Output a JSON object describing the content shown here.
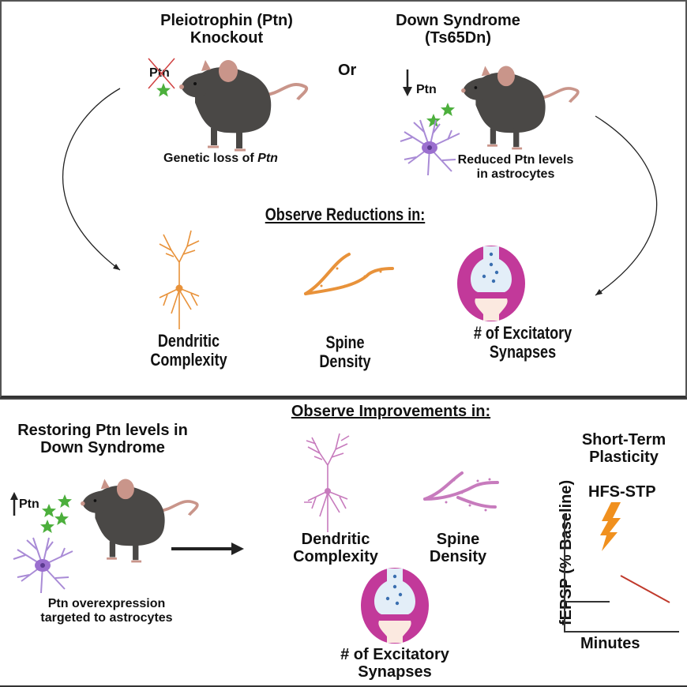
{
  "top": {
    "knockout_title_line1": "Pleiotrophin (Ptn)",
    "knockout_title_line2": "Knockout",
    "or_label": "Or",
    "ds_title_line1": "Down Syndrome",
    "ds_title_line2": "(Ts65Dn)",
    "ptn_crossed_label": "Ptn",
    "ptn_down_label": "Ptn",
    "knockout_caption_prefix": "Genetic loss of ",
    "knockout_caption_italic": "Ptn",
    "ds_caption_line1": "Reduced Ptn levels",
    "ds_caption_line2": "in astrocytes",
    "observe_heading": "Observe Reductions in:",
    "outcomes": [
      {
        "line1": "Dendritic",
        "line2": "Complexity"
      },
      {
        "line1": "Spine",
        "line2": "Density"
      },
      {
        "line1": "# of Excitatory",
        "line2": "Synapses"
      }
    ]
  },
  "bottom": {
    "restore_title_line1": "Restoring Ptn levels in",
    "restore_title_line2": "Down Syndrome",
    "ptn_up_label": "Ptn",
    "restore_caption_line1": "Ptn overexpression",
    "restore_caption_line2": "targeted to astrocytes",
    "observe_heading": "Observe Improvements in:",
    "outcomes": [
      {
        "line1": "Dendritic",
        "line2": "Complexity"
      },
      {
        "line1": "Spine",
        "line2": "Density"
      },
      {
        "line1": "# of Excitatory",
        "line2": "Synapses"
      }
    ],
    "stp_title_line1": "Short-Term",
    "stp_title_line2": "Plasticity",
    "stp_protocol": "HFS-STP",
    "graph_ylabel": "fEPSP (% Baseline)",
    "graph_xlabel": "Minutes"
  },
  "colors": {
    "mouse_body": "#4a4846",
    "mouse_pink": "#c9958a",
    "ptn_star": "#4caf3c",
    "astrocyte": "#a98bd6",
    "reduction_neuron": "#e8923a",
    "improvement_neuron": "#c77bbd",
    "synapse_ring": "#c2399a",
    "lightning": "#f0901e",
    "post_hfs_line": "#c0392b",
    "cross_mark": "#d04040"
  }
}
